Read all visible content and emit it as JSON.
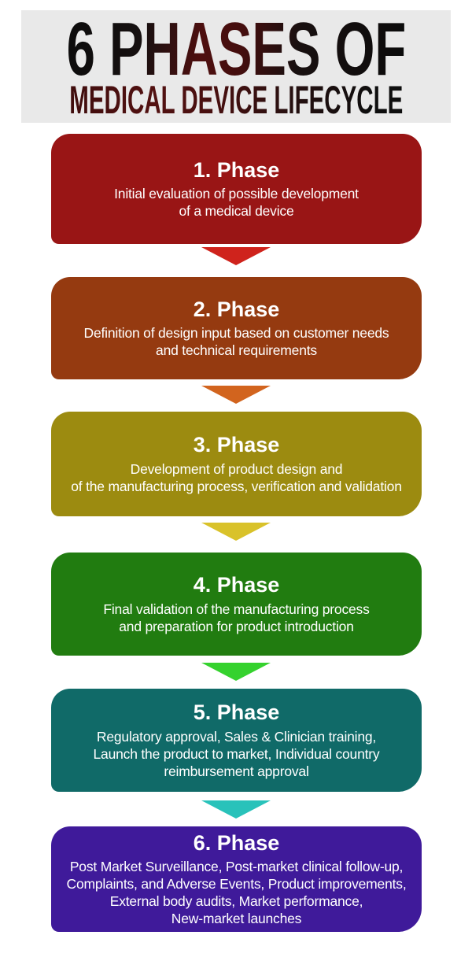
{
  "header": {
    "title_line1": "6 PHASES OF",
    "title_line2": "MEDICAL DEVICE LIFECYCLE",
    "panel_bg_color": "#e9e9e9",
    "title_black_color": "#0c0c0c",
    "title_maroon_color": "#4e0f0f"
  },
  "text_color": "#ffffff",
  "phases": [
    {
      "heading": "1. Phase",
      "lines": [
        "Initial evaluation of possible development",
        "of a medical device"
      ],
      "box_color": "#991515",
      "arrow_color": "#cf231c"
    },
    {
      "heading": "2. Phase",
      "lines": [
        "Definition of design input based on customer needs",
        "and technical requirements"
      ],
      "box_color": "#953a10",
      "arrow_color": "#d2641e"
    },
    {
      "heading": "3. Phase",
      "lines": [
        "Development of product design and",
        "of the manufacturing process, verification and validation"
      ],
      "box_color": "#9c8b10",
      "arrow_color": "#d9c22a"
    },
    {
      "heading": "4. Phase",
      "lines": [
        "Final validation of the manufacturing process",
        "and preparation for product introduction"
      ],
      "box_color": "#217c10",
      "arrow_color": "#35d22e"
    },
    {
      "heading": "5. Phase",
      "lines": [
        "Regulatory approval, Sales & Clinician training,",
        "Launch the product to market, Individual country",
        "reimbursement approval"
      ],
      "box_color": "#106a68",
      "arrow_color": "#29c2ba"
    },
    {
      "heading": "6. Phase",
      "lines": [
        "Post Market Surveillance, Post-market clinical follow-up,",
        "Complaints, and Adverse Events, Product improvements,",
        "External body audits, Market performance,",
        "New-market launches"
      ],
      "box_color": "#3f1a9a",
      "arrow_color": null
    }
  ]
}
